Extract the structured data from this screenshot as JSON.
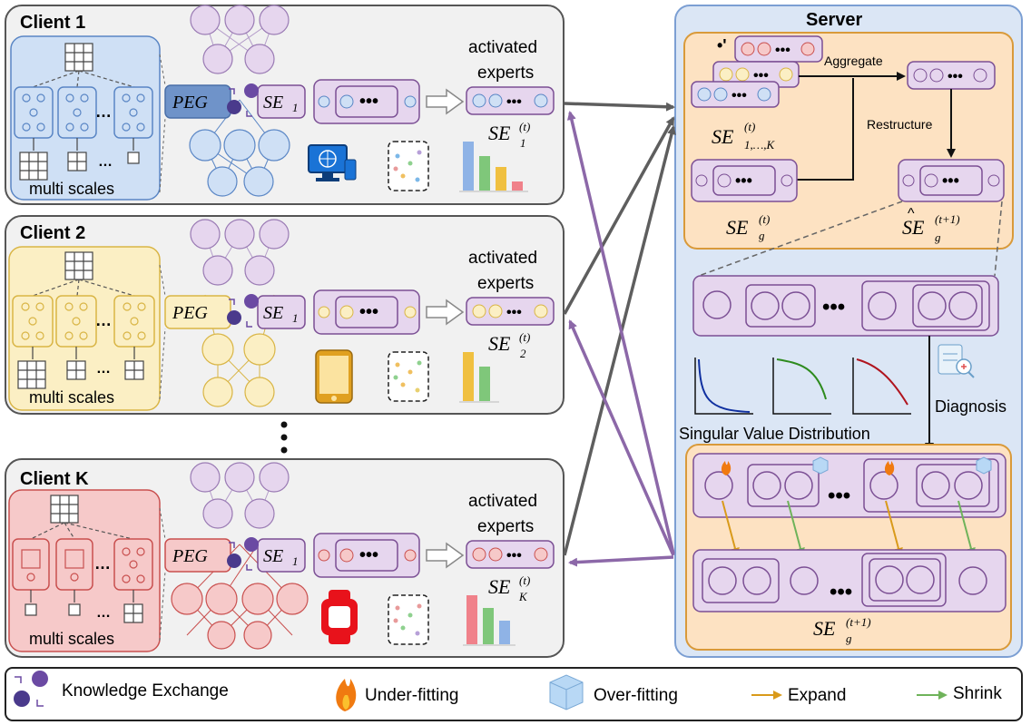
{
  "clients": [
    {
      "title": "Client 1",
      "multi": "multi scales",
      "act1": "activated",
      "act2": "experts",
      "se_sup": "(t)",
      "se_sub": "1",
      "peg": "PEG",
      "se": "SE",
      "se_idx": "1"
    },
    {
      "title": "Client 2",
      "multi": "multi scales",
      "act1": "activated",
      "act2": "experts",
      "se_sup": "(t)",
      "se_sub": "2",
      "peg": "PEG",
      "se": "SE",
      "se_idx": "1"
    },
    {
      "title": "Client K",
      "multi": "multi scales",
      "act1": "activated",
      "act2": "experts",
      "se_sup": "(t)",
      "se_sub": "K",
      "peg": "PEG",
      "se": "SE",
      "se_idx": "1"
    }
  ],
  "server": {
    "title": "Server",
    "aggregate": "Aggregate",
    "restructure": "Restructure",
    "se_main": "SE",
    "se_sub_all": "1,…,K",
    "se_sup_t": "(t)",
    "se_g_sub": "g",
    "se_next_sup": "(t+1)",
    "diagnosis": "Diagnosis",
    "singular": "Singular Value Distribution"
  },
  "legend": {
    "knowledge": "Knowledge Exchange",
    "under": "Under-fitting",
    "over": "Over-fitting",
    "expand": "Expand",
    "shrink": "Shrink"
  },
  "colors": {
    "client1_fill": "#cfe0f5",
    "client1_stroke": "#5a86c5",
    "client2_fill": "#fbefc4",
    "client2_stroke": "#d9b545",
    "clientK_fill": "#f6c9c9",
    "clientK_stroke": "#c9504f",
    "purple_fill": "#e6d6ee",
    "purple_stroke": "#7b4f94",
    "server_fill": "#dbe6f5",
    "server_stroke": "#7c9fd3",
    "orange_fill": "#fde2c2",
    "orange_stroke": "#d99a3a",
    "arrow_gray": "#5e5e5e",
    "arrow_purple": "#8c68a8",
    "expand": "#d99a1a",
    "shrink": "#6fb35a"
  },
  "icons": [
    "ellipsis-icon",
    "monitor-icon",
    "phone-icon",
    "watch-icon",
    "flame-icon",
    "ice-cube-icon",
    "knowledge-exchange-icon",
    "diagnosis-icon"
  ]
}
